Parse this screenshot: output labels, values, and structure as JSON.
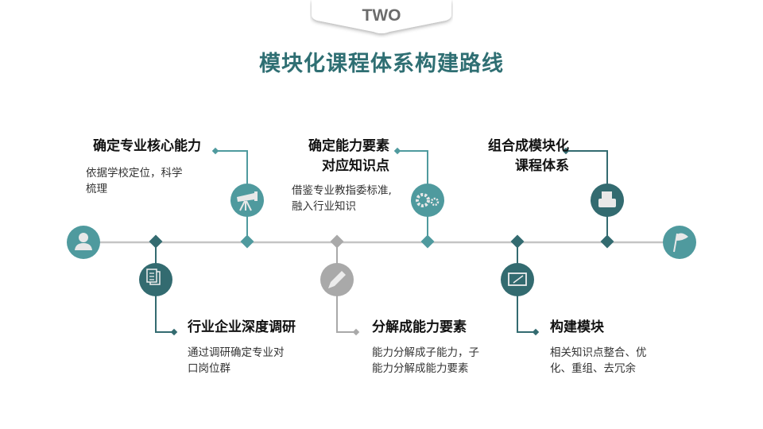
{
  "section_tab": "TWO",
  "title": "模块化课程体系构建路线",
  "colors": {
    "light_teal": "#4f9a9e",
    "dark_teal": "#336b70",
    "gray": "#a9a9a9",
    "title": "#2f6f73"
  },
  "steps": [
    {
      "title": "确定专业核心能力",
      "desc": [
        "依据学校定位，科学",
        "梳理"
      ],
      "icon": "telescope-icon"
    },
    {
      "title": "行业企业深度调研",
      "desc": [
        "通过调研确定专业对",
        "口岗位群"
      ],
      "icon": "documents-icon"
    },
    {
      "title": [
        "确定能力要素",
        "对应知识点"
      ],
      "desc": [
        "借鉴专业教指委标准,",
        "融入行业知识"
      ],
      "icon": "gears-icon"
    },
    {
      "title": "分解成能力要素",
      "desc": [
        "能力分解成子能力，子",
        "能力分解成能力要素"
      ],
      "icon": "pencil-icon"
    },
    {
      "title": [
        "组合成模块化",
        "课程体系"
      ],
      "desc": [],
      "icon": "fax-icon"
    },
    {
      "title": "构建模块",
      "desc": [
        "相关知识点整合、优",
        "化、重组、去冗余"
      ],
      "icon": "board-icon"
    }
  ],
  "start_icon": "person-icon",
  "end_icon": "flag-icon"
}
